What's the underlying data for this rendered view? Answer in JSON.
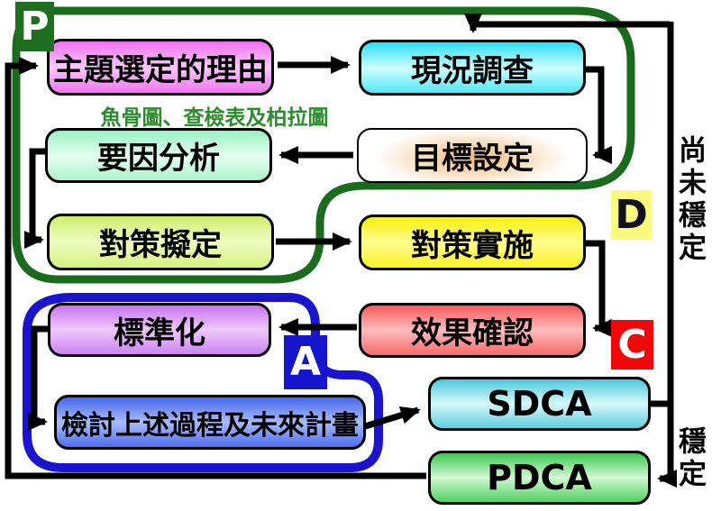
{
  "boxes": {
    "theme_selection": {
      "label": "主題選定的理由"
    },
    "current_survey": {
      "label": "現況調查"
    },
    "cause_analysis": {
      "label": "要因分析"
    },
    "goal_setting": {
      "label": "目標設定"
    },
    "countermeasure_plan": {
      "label": "對策擬定"
    },
    "countermeasure_do": {
      "label": "對策實施"
    },
    "standardization": {
      "label": "標準化"
    },
    "effect_check": {
      "label": "效果確認"
    },
    "review_future": {
      "label": "檢討上述過程及未來計畫"
    },
    "sdca": {
      "label": "SDCA"
    },
    "pdca": {
      "label": "PDCA"
    }
  },
  "phases": {
    "p": {
      "label": "P",
      "bg": "#1E7020",
      "fg": "#FFFFFF"
    },
    "d": {
      "label": "D",
      "bg": "#FAFA7E",
      "fg": "#10101E"
    },
    "c": {
      "label": "C",
      "bg": "#EE0808",
      "fg": "#FFFFFF"
    },
    "a": {
      "label": "A",
      "bg": "#1515CC",
      "fg": "#FFFFFF"
    }
  },
  "annotations": {
    "tools_note": "魚骨圖、查檢表及柏拉圖",
    "not_yet_stable": "尚未穩定",
    "stable": "穩定"
  },
  "colors": {
    "plan_loop_outline": "#1B6B1E",
    "act_loop_outline": "#1A15CC",
    "connector": "#000000",
    "note_text": "#2B8C2B"
  }
}
